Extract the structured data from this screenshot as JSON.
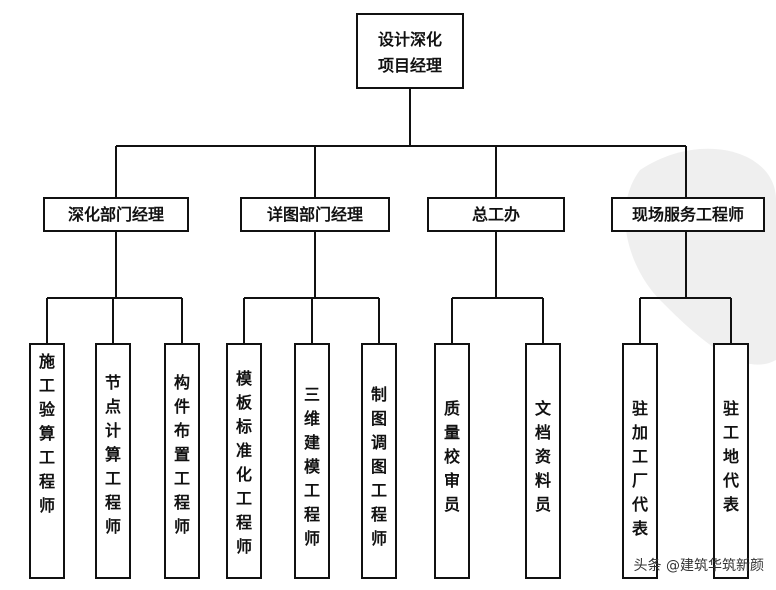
{
  "root": {
    "lines": [
      "设计深化",
      "项目经理"
    ]
  },
  "departments": [
    {
      "label": "深化部门经理",
      "children": [
        "施工验算工程师",
        "节点计算工程师",
        "构件布置工程师"
      ]
    },
    {
      "label": "详图部门经理",
      "children": [
        "模板标准化工程师",
        "三维建模工程师",
        "制图调图工程师"
      ]
    },
    {
      "label": "总工办",
      "children": [
        "质量校审员",
        "文档资料员"
      ]
    },
    {
      "label": "现场服务工程师",
      "children": [
        "驻加工厂代表",
        "驻工地代表"
      ]
    }
  ],
  "credit": "头条 @建筑华筑新颜"
}
